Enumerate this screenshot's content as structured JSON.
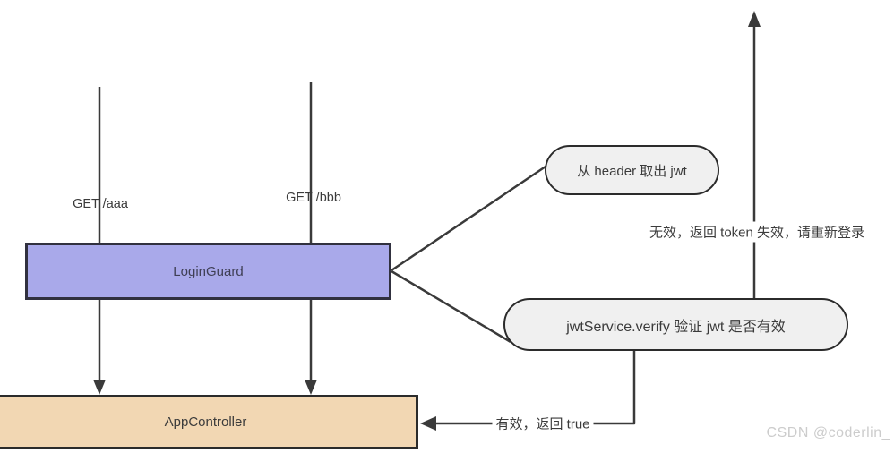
{
  "diagram": {
    "nodes": {
      "login_guard": "LoginGuard",
      "app_controller": "AppController",
      "extract_jwt": "从 header 取出 jwt",
      "verify_jwt": "jwtService.verify 验证 jwt 是否有效"
    },
    "edge_labels": {
      "request_a": "GET /aaa",
      "request_b": "GET /bbb",
      "invalid_result": "无效，返回 token 失效，请重新登录",
      "valid_result": "有效，返回 true"
    },
    "watermark": "CSDN @coderlin_",
    "colors": {
      "guard-fill": "#a9a9ea",
      "guard-border": "#31313f",
      "guard-text": "#3f3f55",
      "controller-fill": "#f2d7b3",
      "box-border": "#2b2b2b",
      "process-fill": "#f0f0f0",
      "line": "#3a3a3a",
      "text": "#3b3b3b",
      "watermark": "#cccccc"
    }
  }
}
